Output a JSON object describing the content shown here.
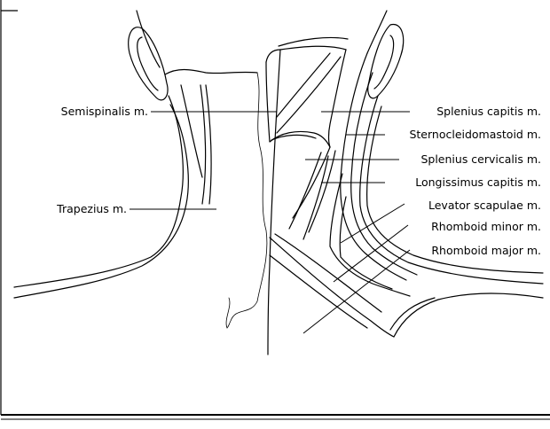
{
  "labels": {
    "semispinalis": "Semispinalis m.",
    "trapezius": "Trapezius m.",
    "splenius_capitis": "Splenius capitis m.",
    "sternocleidomastoid": "Sternocleidomastoid m.",
    "splenius_cervicalis": "Splenius cervicalis m.",
    "longissimus_capitis": "Longissimus capitis m.",
    "levator_scapulae": "Levator scapulae m.",
    "rhomboid_minor": "Rhomboid minor m.",
    "rhomboid_major": "Rhomboid major m."
  },
  "colors": {
    "ink": "#000000",
    "background": "#ffffff"
  }
}
